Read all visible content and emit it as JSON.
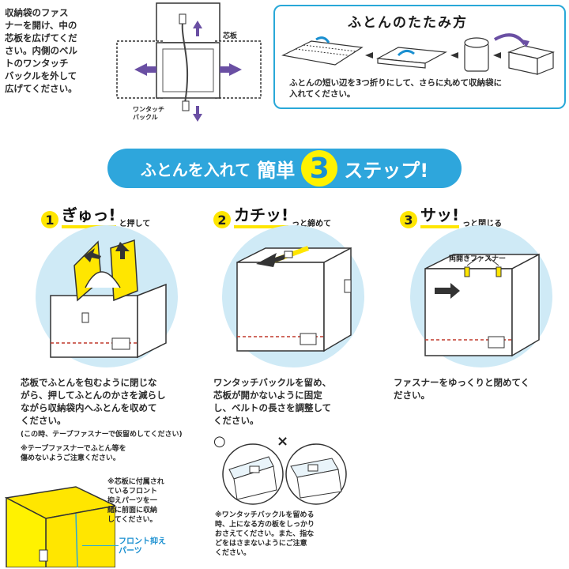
{
  "top_left_text": "収納袋のファス\nナーを開け、中の\n芯板を広げてくだ\nさい。内側のベル\nトのワンタッチ\nバックルを外して\n広げてください。",
  "diagram1": {
    "board_label": "芯板",
    "buckle_label": "ワンタッチ\nバックル"
  },
  "folding": {
    "title": "ふとんのたたみ方",
    "desc": "ふとんの短い辺を3つ折りにして、さらに丸めて収納袋に\n入れてください。"
  },
  "banner": {
    "before": "ふとんを入れて",
    "main": "簡単",
    "number": "3",
    "after": "ステップ!"
  },
  "steps": [
    {
      "num": "1",
      "title": "ぎゅっ!",
      "sub": "と押して",
      "text": "芯板でふとんを包むように閉じな\nがら、押してふとんのかさを減らし\nながら収納袋内へふとんを収めて\nください。",
      "note1": "(この時、テープファスナーで仮留めしてください)",
      "note2": "※テープファスナーでふとん等を\n傷めないようご注意ください。",
      "note3": "※芯板に付属され\nているフロント\n抑えパーツを一\n緒に前面に収納\nしてください。",
      "callout": "フロント抑え\nパーツ"
    },
    {
      "num": "2",
      "title": "カチッ!",
      "sub": "っと締めて",
      "text": "ワンタッチバックルを留め、\n芯板が開かないように固定\nし、ベルトの長さを調整して\nください。",
      "ok_mark": "○",
      "ng_mark": "×",
      "note": "※ワンタッチバックルを留める\n時、上になる方の板をしっかり\nおさえてください。また、指な\nどをはさまないようにご注意\nください。"
    },
    {
      "num": "3",
      "title": "サッ!",
      "sub": "っと閉じる",
      "zipper_label": "両開きファスナー",
      "text": "ファスナーをゆっくりと閉めてく\nださい。"
    }
  ],
  "colors": {
    "accent_blue": "#2ea6dc",
    "yellow": "#ffe600",
    "circle_bg": "#cfeaf6",
    "arrow_purple": "#6a4fa3"
  }
}
